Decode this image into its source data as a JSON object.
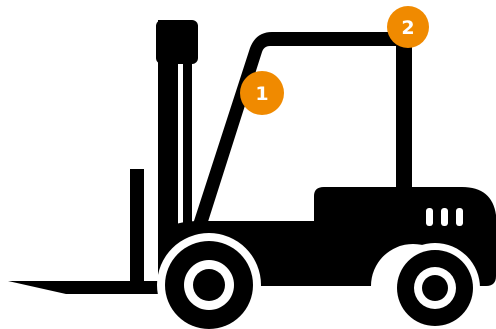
{
  "colors": {
    "body": "#000000",
    "background": "#ffffff",
    "marker": "#f08a00",
    "marker_text": "#ffffff"
  },
  "markers": [
    {
      "id": "front-pillar",
      "label": "1"
    },
    {
      "id": "cab-roof-corner",
      "label": "2"
    }
  ]
}
